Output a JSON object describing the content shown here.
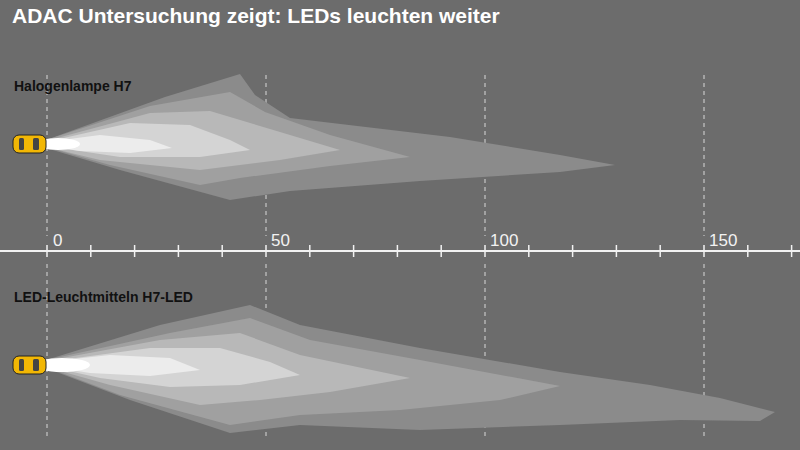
{
  "diagram": {
    "title": "ADAC Untersuchung zeigt: LEDs leuchten weiter",
    "labels": [
      "Halogenlampe H7",
      "0",
      "50",
      "100",
      "150",
      "LED-Leuchtmitteln H7-LED"
    ]
  }
}
